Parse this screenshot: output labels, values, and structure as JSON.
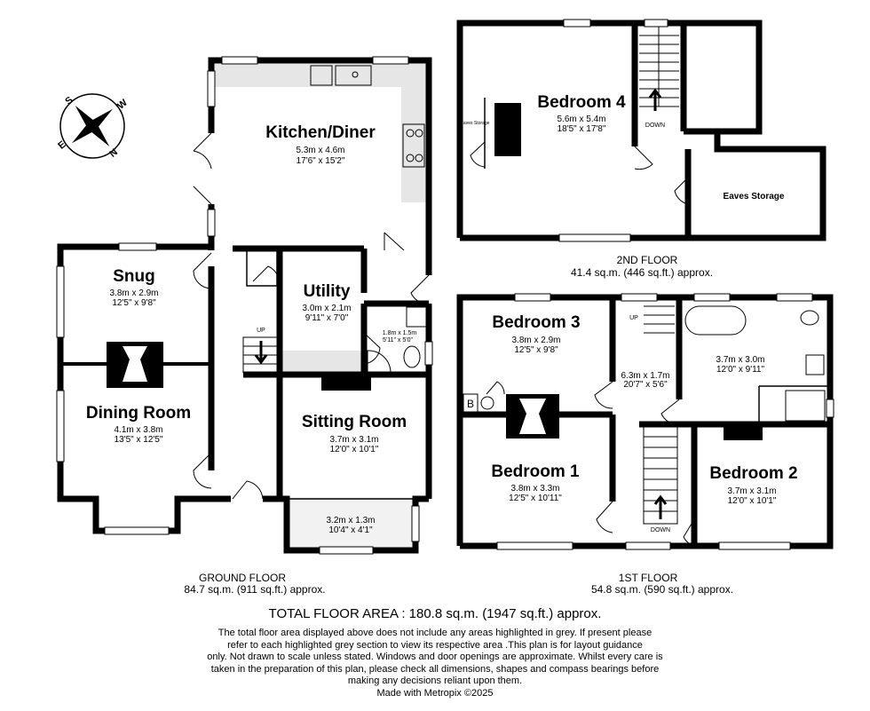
{
  "compass": {
    "letters": [
      "S",
      "W",
      "N",
      "E"
    ]
  },
  "ground_floor": {
    "label": "GROUND FLOOR",
    "area": "84.7 sq.m. (911 sq.ft.) approx.",
    "rooms": {
      "kitchen": {
        "name": "Kitchen/Diner",
        "metric": "5.3m  x 4.6m",
        "imperial": "17'6\"  x 15'2\""
      },
      "snug": {
        "name": "Snug",
        "metric": "3.8m  x 2.9m",
        "imperial": "12'5\"  x 9'8\""
      },
      "utility": {
        "name": "Utility",
        "metric": "3.0m  x 2.1m",
        "imperial": "9'11\"  x 7'0\""
      },
      "wc": {
        "metric": "1.8m  x 1.5m",
        "imperial": "5'11\"  x 5'0\""
      },
      "dining": {
        "name": "Dining Room",
        "metric": "4.1m  x 3.8m",
        "imperial": "13'5\"  x 12'5\""
      },
      "sitting": {
        "name": "Sitting Room",
        "metric": "3.7m  x 3.1m",
        "imperial": "12'0\"  x 10'1\""
      },
      "porch": {
        "metric": "3.2m  x 1.3m",
        "imperial": "10'4\"  x 4'1\""
      }
    },
    "stairs_label": "UP"
  },
  "first_floor": {
    "label": "1ST FLOOR",
    "area": "54.8 sq.m. (590 sq.ft.) approx.",
    "rooms": {
      "bedroom3": {
        "name": "Bedroom 3",
        "metric": "3.8m  x 2.9m",
        "imperial": "12'5\"  x 9'8\""
      },
      "landing": {
        "metric": "6.3m  x 1.7m",
        "imperial": "20'7\"  x 5'6\""
      },
      "bathroom": {
        "metric": "3.7m  x 3.0m",
        "imperial": "12'0\"  x 9'11\""
      },
      "bedroom1": {
        "name": "Bedroom 1",
        "metric": "3.8m  x 3.3m",
        "imperial": "12'5\"  x 10'11\""
      },
      "bedroom2": {
        "name": "Bedroom 2",
        "metric": "3.7m  x 3.1m",
        "imperial": "12'0\"  x 10'1\""
      }
    },
    "stairs_up": "UP",
    "stairs_down": "DOWN",
    "boiler": "B"
  },
  "second_floor": {
    "label": "2ND FLOOR",
    "area": "41.4 sq.m. (446 sq.ft.) approx.",
    "rooms": {
      "bedroom4": {
        "name": "Bedroom 4",
        "metric": "5.6m  x 5.4m",
        "imperial": "18'5\"  x 17'8\""
      },
      "eaves_large": {
        "name": "Eaves Storage"
      },
      "eaves_small": {
        "name": "Eaves Storage"
      }
    },
    "stairs_down": "DOWN"
  },
  "total": "TOTAL FLOOR AREA : 180.8 sq.m. (1947 sq.ft.) approx.",
  "disclaimer": [
    "The total floor area displayed above does not include any areas highlighted in grey. If present please",
    "refer to each highlighted grey section to view its respective area .This plan is for layout guidance",
    "only. Not drawn to scale unless stated. Windows and door openings are approximate. Whilst every care is",
    "taken in the preparation of this plan, please check all dimensions, shapes and compass bearings before",
    "making any decisions reliant upon them.",
    "Made with Metropix ©2025"
  ]
}
